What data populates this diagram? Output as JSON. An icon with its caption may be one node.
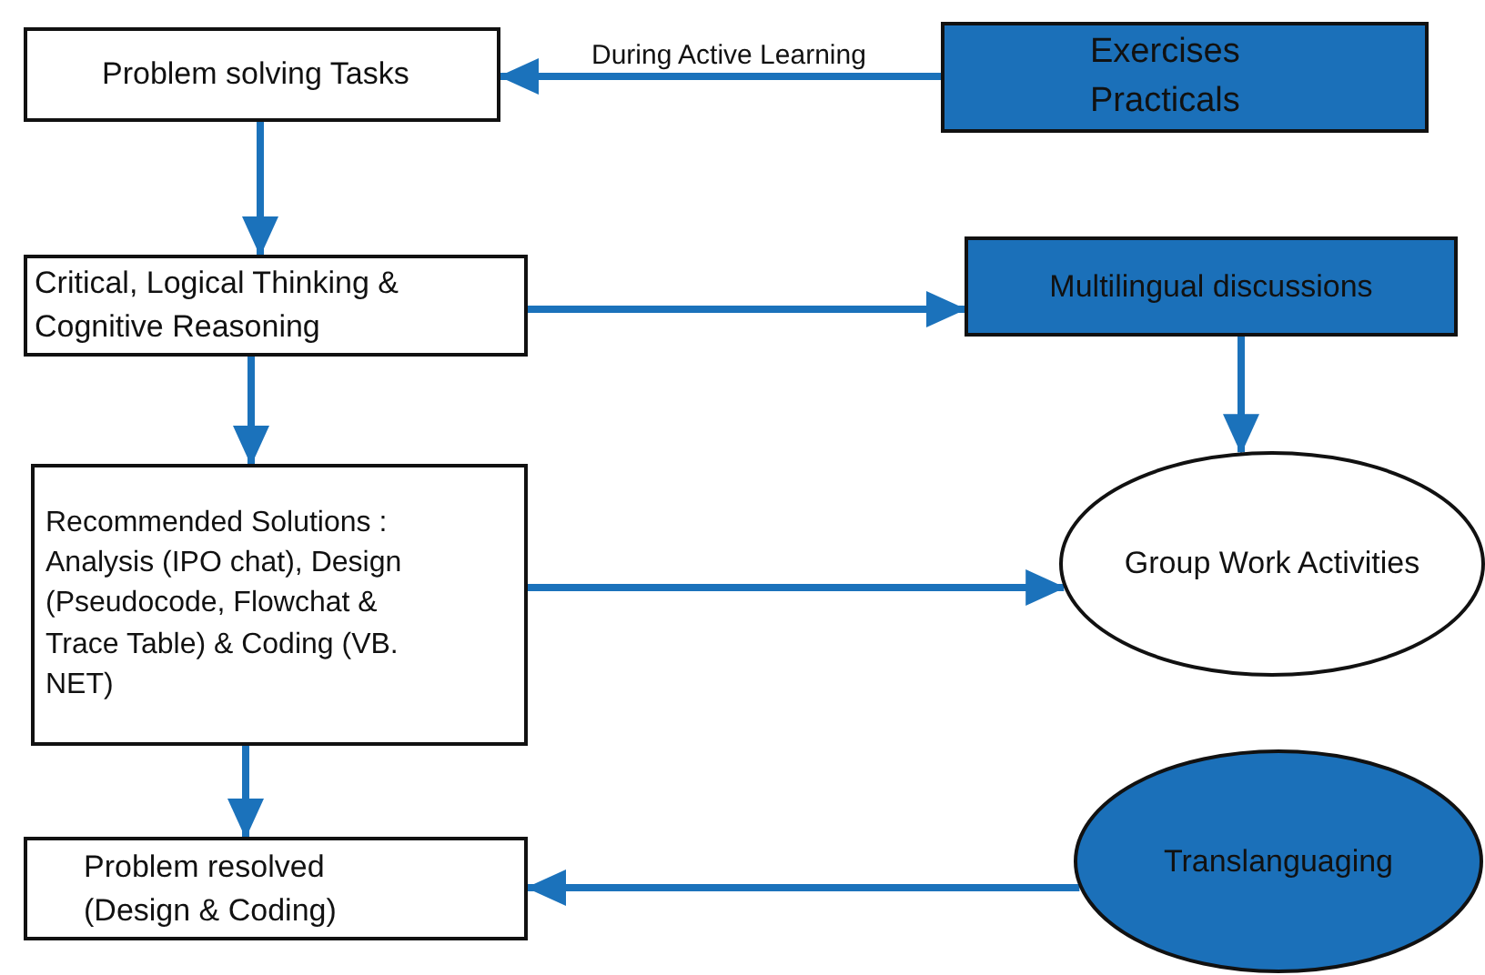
{
  "diagram": {
    "nodes": [
      {
        "text": [
          "Problem solving Tasks"
        ]
      },
      {
        "text": [
          "Exercises Practicals"
        ]
      },
      {
        "text": [
          "Critical,  Logical Thinking & Cognitive Reasoning"
        ]
      },
      {
        "text": [
          "Multilingual discussions"
        ]
      },
      {
        "text": [
          "Recommended Solutions : Analysis (IPO chat), Design (Pseudocode, Flowchat & Trace Table) & Coding (VB. NET)"
        ]
      },
      {
        "text": [
          "Group Work Activities"
        ]
      },
      {
        "text": [
          "Problem resolved (Design & Coding)"
        ]
      },
      {
        "text": [
          "Translanguaging"
        ]
      }
    ],
    "edges": [
      {
        "from": 1,
        "to": 0,
        "arrow": "to",
        "label": "During Active Learning"
      },
      {
        "from": 0,
        "to": 2,
        "arrow": "to"
      },
      {
        "from": 2,
        "to": 3,
        "arrow": "to"
      },
      {
        "from": 3,
        "to": 5,
        "arrow": "to"
      },
      {
        "from": 2,
        "to": 4,
        "arrow": "to"
      },
      {
        "from": 4,
        "to": 5,
        "arrow": "to"
      },
      {
        "from": 4,
        "to": 6,
        "arrow": "to"
      },
      {
        "from": 7,
        "to": 6,
        "arrow": "to"
      }
    ]
  }
}
